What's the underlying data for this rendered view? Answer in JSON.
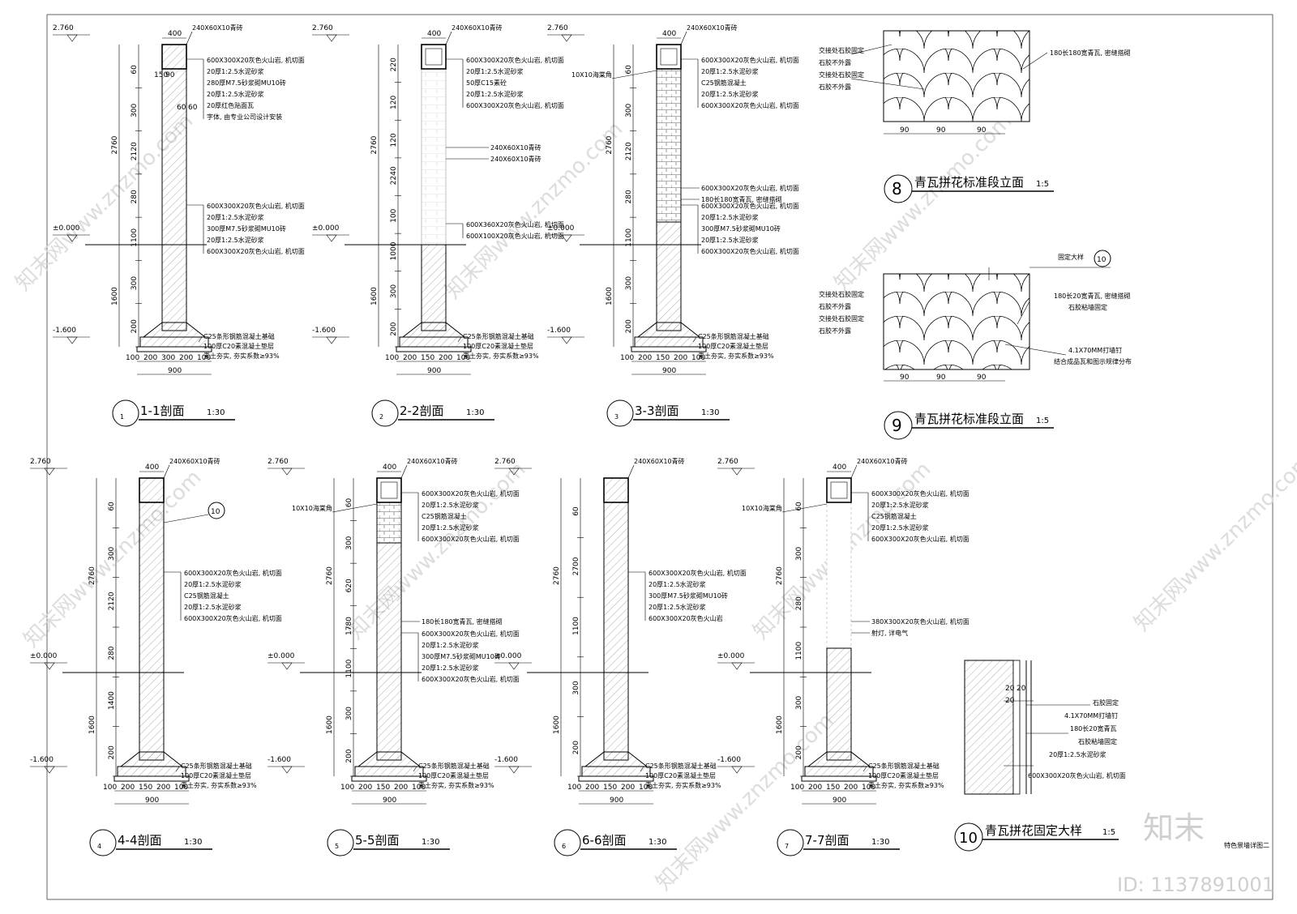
{
  "sheet_label": "特色景墙详图二",
  "id_mark": "ID: 1137891001",
  "brand_mark": "知末",
  "watermark": "知末网www.znzmo.com",
  "levels": {
    "top": "2.760",
    "zero": "±0.000",
    "bottom": "-1.600"
  },
  "sections": [
    {
      "title": "1-1剖面",
      "num": "1",
      "scale": "1:30",
      "top_width": "400",
      "cap": "240X60X10青砖",
      "dims_outer": [
        "2760",
        "1600"
      ],
      "dims_inner": [
        "60",
        "300",
        "2120",
        "280",
        "1100",
        "300",
        "200"
      ],
      "extra_dims": [
        "150",
        "90",
        "60",
        "60"
      ],
      "base_dims": [
        "100",
        "200",
        "300",
        "200",
        "100"
      ],
      "base_total": "900",
      "notes_upper": [
        "600X300X20灰色火山岩, 机切面",
        "20厚1:2.5水泥砂浆",
        "280厚M7.5砂浆砌MU10砖",
        "20厚1:2.5水泥砂浆",
        "20厚红色贴面瓦",
        "字体, 由专业公司设计安装"
      ],
      "notes_lower": [
        "600X300X20灰色火山岩, 机切面",
        "20厚1:2.5水泥砂浆",
        "300厚M7.5砂浆砌MU10砖",
        "20厚1:2.5水泥砂浆",
        "600X300X20灰色火山岩, 机切面"
      ],
      "foundation": [
        "C25条形钢筋混凝土基础",
        "100厚C20素混凝土垫层",
        "素土夯实, 夯实系数≥93%"
      ]
    },
    {
      "title": "2-2剖面",
      "num": "2",
      "scale": "1:30",
      "top_width": "400",
      "cap": "240X60X10青砖",
      "dims_outer": [
        "2760",
        "1600"
      ],
      "dims_inner": [
        "220",
        "120",
        "120",
        "2240",
        "100",
        "1000",
        "300",
        "200"
      ],
      "base_dims": [
        "100",
        "200",
        "150",
        "200",
        "100"
      ],
      "base_total": "900",
      "notes_upper": [
        "600X300X20灰色火山岩, 机切面",
        "20厚1:2.5水泥砂浆",
        "50厚C15素砼",
        "20厚1:2.5水泥砂浆",
        "600X300X20灰色火山岩, 机切面"
      ],
      "notes_mid": [
        "240X60X10青砖",
        "240X60X10青砖"
      ],
      "notes_lower": [
        "600X360X20灰色火山岩, 机切面",
        "600X100X20灰色火山岩, 机切面"
      ],
      "foundation": [
        "C25条形钢筋混凝土基础",
        "100厚C20素混凝土垫层",
        "素土夯实, 夯实系数≥93%"
      ]
    },
    {
      "title": "3-3剖面",
      "num": "3",
      "scale": "1:30",
      "top_width": "400",
      "cap": "240X60X10青砖",
      "side_note": "10X10海棠角",
      "dims_outer": [
        "2760",
        "1600"
      ],
      "dims_inner": [
        "60",
        "300",
        "2120",
        "280",
        "1100",
        "300",
        "200"
      ],
      "base_dims": [
        "100",
        "200",
        "150",
        "200",
        "100"
      ],
      "base_total": "900",
      "notes_upper": [
        "600X300X20灰色火山岩, 机切面",
        "20厚1:2.5水泥砂浆",
        "C25钢筋混凝土",
        "20厚1:2.5水泥砂浆",
        "600X300X20灰色火山岩, 机切面"
      ],
      "notes_mid": [
        "600X300X20灰色火山岩, 机切面",
        "180长180宽青瓦, 密缝搭砌"
      ],
      "notes_lower": [
        "600X300X20灰色火山岩, 机切面",
        "20厚1:2.5水泥砂浆",
        "300厚M7.5砂浆砌MU10砖",
        "20厚1:2.5水泥砂浆",
        "600X300X20灰色火山岩, 机切面"
      ],
      "foundation": [
        "C25条形钢筋混凝土基础",
        "100厚C20素混凝土垫层",
        "素土夯实, 夯实系数≥93%"
      ]
    },
    {
      "title": "4-4剖面",
      "num": "4",
      "scale": "1:30",
      "top_width": "400",
      "cap": "240X60X10青砖",
      "callout": "10",
      "dims_outer": [
        "2760",
        "1600"
      ],
      "dims_inner": [
        "60",
        "300",
        "2120",
        "280",
        "1400",
        "200"
      ],
      "base_dims": [
        "100",
        "200",
        "150",
        "200",
        "100"
      ],
      "base_total": "900",
      "notes_lower": [
        "600X300X20灰色火山岩, 机切面",
        "20厚1:2.5水泥砂浆",
        "C25钢筋混凝土",
        "20厚1:2.5水泥砂浆",
        "600X300X20灰色火山岩, 机切面"
      ],
      "foundation": [
        "C25条形钢筋混凝土基础",
        "100厚C20素混凝土垫层",
        "素土夯实, 夯实系数≥93%"
      ]
    },
    {
      "title": "5-5剖面",
      "num": "5",
      "scale": "1:30",
      "top_width": "400",
      "cap": "240X60X10青砖",
      "side_note": "10X10海棠角",
      "dims_outer": [
        "2760",
        "1600"
      ],
      "dims_inner": [
        "60",
        "300",
        "620",
        "1780",
        "1100",
        "300",
        "200"
      ],
      "base_dims": [
        "100",
        "200",
        "150",
        "200",
        "100"
      ],
      "base_total": "900",
      "notes_upper": [
        "600X300X20灰色火山岩, 机切面",
        "20厚1:2.5水泥砂浆",
        "C25钢筋混凝土",
        "20厚1:2.5水泥砂浆",
        "600X300X20灰色火山岩, 机切面"
      ],
      "notes_mid": [
        "180长180宽青瓦, 密缝搭砌"
      ],
      "notes_lower": [
        "600X300X20灰色火山岩, 机切面",
        "20厚1:2.5水泥砂浆",
        "300厚M7.5砂浆砌MU10砖",
        "20厚1:2.5水泥砂浆",
        "600X300X20灰色火山岩, 机切面"
      ],
      "foundation": [
        "C25条形钢筋混凝土基础",
        "100厚C20素混凝土垫层",
        "素土夯实, 夯实系数≥93%"
      ]
    },
    {
      "title": "6-6剖面",
      "num": "6",
      "scale": "1:30",
      "top_width": "",
      "cap": "240X60X10青砖",
      "dims_outer": [
        "2760",
        "1600"
      ],
      "dims_inner": [
        "60",
        "2700",
        "1100",
        "300",
        "200"
      ],
      "base_dims": [
        "100",
        "200",
        "150",
        "200",
        "100"
      ],
      "base_total": "900",
      "notes_lower": [
        "600X300X20灰色火山岩, 机切面",
        "20厚1:2.5水泥砂浆",
        "300厚M7.5砂浆砌MU10砖",
        "20厚1:2.5水泥砂浆",
        "600X300X20灰色火山岩"
      ],
      "foundation": [
        "C25条形钢筋混凝土基础",
        "100厚C20素混凝土垫层",
        "素土夯实, 夯实系数≥93%"
      ]
    },
    {
      "title": "7-7剖面",
      "num": "7",
      "scale": "1:30",
      "top_width": "400",
      "cap": "240X60X10青砖",
      "side_note": "10X10海棠角",
      "dims_outer": [
        "2760",
        "1600"
      ],
      "dims_inner": [
        "60",
        "300",
        "280",
        "1100",
        "300",
        "200"
      ],
      "base_dims": [
        "100",
        "200",
        "150",
        "200",
        "100"
      ],
      "base_total": "900",
      "notes_upper": [
        "600X300X20灰色火山岩, 机切面",
        "20厚1:2.5水泥砂浆",
        "C25钢筋混凝土",
        "20厚1:2.5水泥砂浆",
        "600X300X20灰色火山岩, 机切面"
      ],
      "notes_mid": [
        "380X300X20灰色火山岩, 机切面",
        "射灯, 详电气"
      ],
      "foundation": [
        "C25条形钢筋混凝土基础",
        "100厚C20素混凝土垫层",
        "素土夯实, 夯实系数≥93%"
      ]
    }
  ],
  "elevations": [
    {
      "num": "8",
      "title": "青瓦拼花标准段立面",
      "scale": "1:5",
      "left_notes": [
        "交接处石胶固定",
        "石胶不外露",
        "交接处石胶固定",
        "石胶不外露"
      ],
      "right_note": "180长180宽青瓦, 密缝搭砌",
      "dims": [
        "90",
        "90",
        "90"
      ]
    },
    {
      "num": "9",
      "title": "青瓦拼花标准段立面",
      "scale": "1:5",
      "callout_label": "固定大样",
      "callout_num": "10",
      "left_notes": [
        "交接处石胶固定",
        "石胶不外露",
        "交接处石胶固定",
        "石胶不外露"
      ],
      "right_notes": [
        "180长20宽青瓦, 密缝搭砌",
        "石胶粘墙固定",
        "4.1X70MM打墙钉",
        "结合成品瓦和图示规律分布"
      ],
      "dims": [
        "90",
        "90",
        "90"
      ]
    }
  ],
  "detail": {
    "num": "10",
    "title": "青瓦拼花固定大样",
    "scale": "1:5",
    "dims": [
      "20",
      "20",
      "20"
    ],
    "notes": [
      "石胶固定",
      "4.1X70MM打墙钉",
      "180长20宽青瓦",
      "石胶粘墙固定",
      "20厚1:2.5水泥砂浆",
      "600X300X20灰色火山岩, 机切面"
    ]
  }
}
